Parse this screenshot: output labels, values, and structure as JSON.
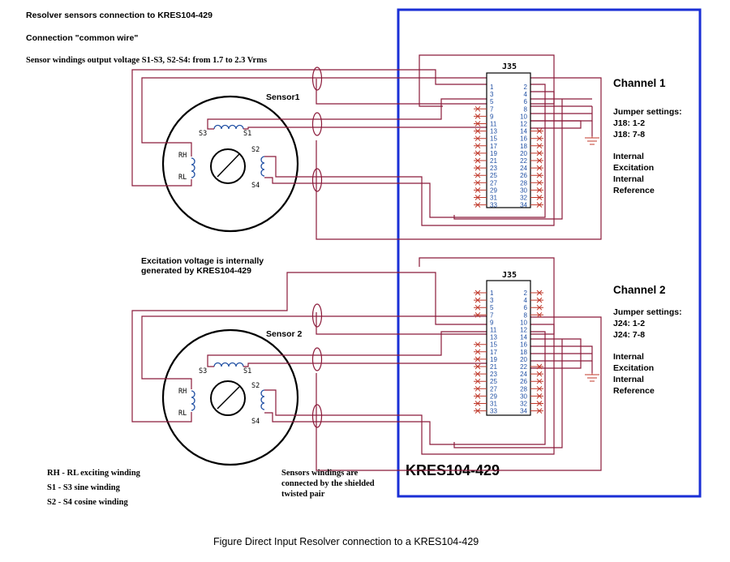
{
  "header": {
    "line1": "Resolver sensors connection to KRES104-429",
    "line2": "Connection \"common wire\"",
    "line3": "Sensor windings output voltage S1-S3, S2-S4: from 1.7 to 2.3 Vrms"
  },
  "excitation_note": [
    "Excitation voltage is internally",
    "generated by KRES104-429"
  ],
  "legend": [
    "RH - RL exciting winding",
    "S1 - S3 sine winding",
    "S2 - S4 cosine winding"
  ],
  "shield_note": [
    "Sensors windings are",
    "connected by the shielded",
    "twisted pair"
  ],
  "board_label": "KRES104-429",
  "caption": "Figure Direct Input Resolver connection to a KRES104-429",
  "terminal_labels": {
    "s1": "S1",
    "s2": "S2",
    "s3": "S3",
    "s4": "S4",
    "rh": "RH",
    "rl": "RL"
  },
  "connector": {
    "name": "J35",
    "left_pins": [
      "1",
      "3",
      "5",
      "7",
      "9",
      "11",
      "13",
      "15",
      "17",
      "19",
      "21",
      "23",
      "25",
      "27",
      "29",
      "31",
      "33"
    ],
    "right_pins": [
      "2",
      "4",
      "6",
      "8",
      "10",
      "12",
      "14",
      "16",
      "18",
      "20",
      "22",
      "24",
      "26",
      "28",
      "30",
      "32",
      "34"
    ]
  },
  "channels": [
    {
      "title": "Channel 1",
      "sensor_label": "Sensor1",
      "jumper_title": "Jumper settings:",
      "jumpers": [
        "J18: 1-2",
        "J18: 7-8"
      ],
      "modes": [
        "Internal",
        "Excitation",
        "Internal",
        "Reference"
      ]
    },
    {
      "title": "Channel 2",
      "sensor_label": "Sensor 2",
      "jumper_title": "Jumper settings:",
      "jumpers": [
        "J24: 1-2",
        "J24: 7-8"
      ],
      "modes": [
        "Internal",
        "Excitation",
        "Internal",
        "Reference"
      ]
    }
  ],
  "colors": {
    "wire": "#8b1a3a",
    "frame": "#1a2fd6",
    "pin_text": "#1f4fa3",
    "unused_pin": "#c0392b",
    "winding": "#1f4fa3"
  }
}
